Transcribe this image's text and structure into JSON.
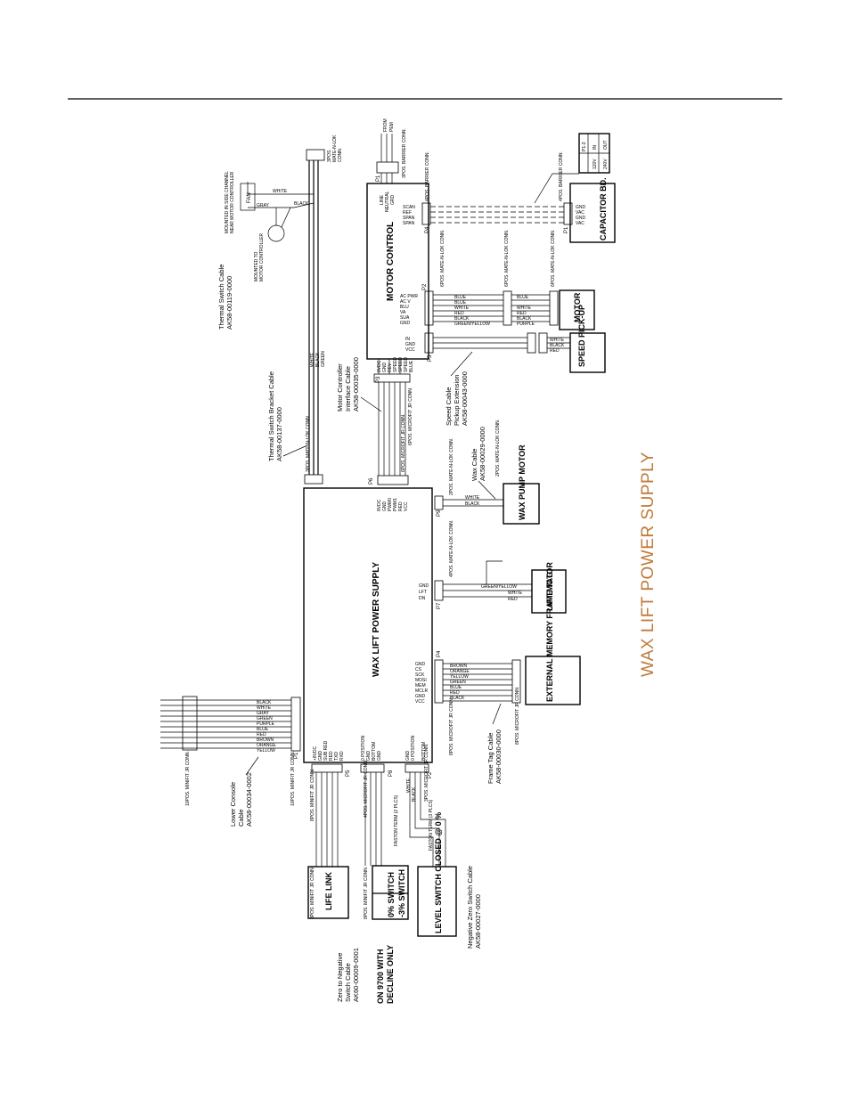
{
  "title": "WAX LIFT POWER SUPPLY",
  "colors": {
    "title": "#c07a3a",
    "ink": "#000000",
    "paper": "#ffffff"
  },
  "blocks": {
    "wlps": "WAX LIFT POWER SUPPLY",
    "motor_control": "MOTOR CONTROL",
    "capacitor": "CAPACITOR BD.",
    "motor": "MOTOR",
    "speed": "SPEED PICK-UP",
    "wax_pump": "WAX PUMP MOTOR",
    "lift_motor": "LIFT MOTOR",
    "ext_mem": "EXTERNAL MEMORY FRAME TAG",
    "life_link": "LIFE LINK",
    "sw0": "0% SWITCH",
    "sw3": "-3% SWITCH",
    "level": "LEVEL SWITCH CLOSED @ 0 %",
    "fan": "FAN"
  },
  "cables": {
    "thermal_switch": "Thermal Switch Cable",
    "thermal_switch_pn": "AK58-00119-0000",
    "bracket": "Thermal Switch Bracket Cable",
    "bracket_pn": "AK58-00137-0000",
    "mc_interface": "Motor Controller",
    "mc_interface2": "Interface Cable",
    "mc_interface_pn": "AK58-00035-0000",
    "speed": "Speed Cable",
    "speed2": "Pickup Extension",
    "speed_pn": "AK58-00043-0000",
    "wax": "Wax Cable",
    "wax_pn": "AK58-00029-0000",
    "frame_tag": "Frame Tag Cable",
    "frame_tag_pn": "AK58-00030-0000",
    "lower_console": "Lower Console",
    "lower_console2": "Cable",
    "lower_console_pn": "AK58-00034-0002",
    "zero_neg": "Zero to Negative",
    "zero_neg2": "Switch Cable",
    "zero_neg_pn": "AK60-00009-0001",
    "neg_zero": "Negative Zero Switch Cable",
    "neg_zero_pn": "AK58-00027-0000",
    "on9700": "ON 9700 WITH",
    "decline": "DECLINE ONLY"
  },
  "notes": {
    "mounted_side": "MOUNTED IN SIDE CHANNEL",
    "near_mc": "NEAR MOTOR CONTROLLER",
    "mounted_to": "MOUNTED TO",
    "motor_ctrl": "MOTOR CONTROLLER",
    "from_pem": "FROM",
    "from_pem2": "PEM",
    "mat_conn": "3POS.",
    "mat_conn2": "MATE-N-LOK",
    "mat_conn3": "CONN.",
    "faston1": "FASTON TERM (2 PLCS)",
    "faston2": "FASTON TERM (3 PLCS)"
  },
  "wire_colors": {
    "white": "WHITE",
    "black": "BLACK",
    "green": "GREEN",
    "red": "RED",
    "blue": "BLUE",
    "gray": "GRAY",
    "purple": "PURPLE",
    "orange": "ORANGE",
    "brown": "BROWN",
    "yellow": "YELLOW",
    "green_yellow": "GREEN/YELLOW"
  },
  "connectors": {
    "p1": "P1",
    "p2": "P2",
    "p3": "P3",
    "p4": "P4",
    "p5": "P5",
    "p6": "P6",
    "p7": "P7",
    "p8": "P8",
    "p9": "P9",
    "mc_pins": [
      "LINE",
      "NEUTRAL",
      "GRD"
    ],
    "mc_signal": [
      "SCAN",
      "REF",
      "SPAN",
      "SPAN"
    ],
    "mc_motor": [
      "AC PWR",
      "AC V",
      "BLU",
      "VA",
      "SUA",
      "GND"
    ],
    "mc_speed": [
      "IN",
      "GND",
      "VCC"
    ],
    "mc_iface": [
      "8VDC",
      "GND",
      "REV",
      "SPEED",
      "SPEED",
      "SPEED",
      "BLUE"
    ],
    "p6_pins": [
      "8VDC",
      "GND",
      "PWM0",
      "PWM1",
      "RED",
      "VCC"
    ],
    "p7_pins": [
      "GND",
      "LFT",
      "DN"
    ],
    "p4_pins": [
      "VCC",
      "GND",
      "MCLR",
      "MEM",
      "MOSI",
      "SCK",
      "CS",
      "GND"
    ],
    "p1_pins": [
      "+8VDC",
      "GND",
      "SUB RED",
      "RED",
      "TXD",
      "RXD"
    ],
    "p8_pins": [
      "0 POSITION",
      "GND",
      "BOTTOM",
      "GND"
    ],
    "p2_pins": [
      "GND",
      "0 POSITION",
      "BOTTOM"
    ],
    "capacitor_pins": [
      "GND",
      "VAC",
      "GND",
      "VAC"
    ],
    "capacitor_tbl": [
      "P1-3",
      "IN",
      "OUT",
      "120V",
      "240V"
    ]
  },
  "conn_types": {
    "c4_mate": "4POS. MATE-N-LOK CONN.",
    "c2_mate": "2POS. MATE-N-LOK CONN.",
    "c6_mate": "6POS. MATE-N-LOK CONN.",
    "c3_mate": "3POS. MATE-N-LOK CONN.",
    "c6_micro": "6POS. MICROFIT JR CONN.",
    "c8_micro": "8POS. MICROFIT JR CONN.",
    "c10_mini": "10POS. MINIFIT JR CONN.",
    "c8_mini": "8POS. MINIFIT JR CONN.",
    "c4_micro": "4POS. MICROFIT JR CONN.",
    "c3_micro": "3POS. MICROFIT JR CONN.",
    "c3_barrier": "3POS. BARRIER CONN.",
    "c4_barrier": "4POS. BARRIER CONN."
  }
}
